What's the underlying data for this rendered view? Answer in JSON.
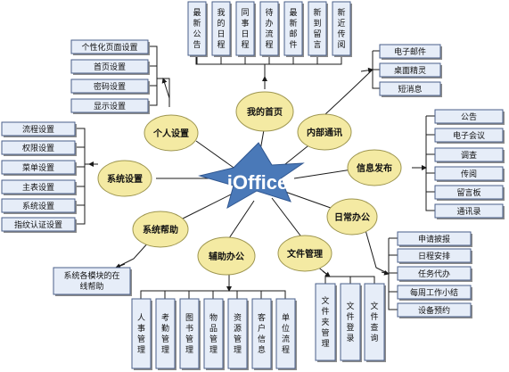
{
  "center": {
    "label": "iOffice"
  },
  "colors": {
    "star": "#4a79b8",
    "ellipse": "#f4eaa3",
    "box": "#e6edf8"
  },
  "topBoxes": [
    "最新公告",
    "我的日程",
    "同事日程",
    "待办流程",
    "最新邮件",
    "新到留言",
    "新近传阅"
  ],
  "personalBoxes": [
    "个性化页面设置",
    "首页设置",
    "密码设置",
    "显示设置"
  ],
  "rightTopBoxes": [
    "电子邮件",
    "桌面精灵",
    "短消息"
  ],
  "systemBoxes": [
    "流程设置",
    "权限设置",
    "菜单设置",
    "主表设置",
    "系统设置",
    "指纹认证设置"
  ],
  "infoBoxes": [
    "公告",
    "电子会议",
    "调查",
    "传阅",
    "留言板",
    "通讯录"
  ],
  "dailyBoxes": [
    "申请披报",
    "日程安排",
    "任务代办",
    "每周工作小结",
    "设备预约"
  ],
  "helpBox": "系统各模块的在线帮助",
  "auxBoxes": [
    "人事管理",
    "考勤管理",
    "图书管理",
    "物品管理",
    "资源管理",
    "客户信息",
    "单位流程"
  ],
  "fileBoxes": [
    "文件夹管理",
    "文件登录",
    "文件查询"
  ],
  "nodes": {
    "home": "我的首页",
    "personal": "个人设置",
    "internal": "内部通讯",
    "system": "系统设置",
    "info": "信息发布",
    "daily": "日常办公",
    "help": "系统帮助",
    "aux": "辅助办公",
    "file": "文件管理"
  }
}
